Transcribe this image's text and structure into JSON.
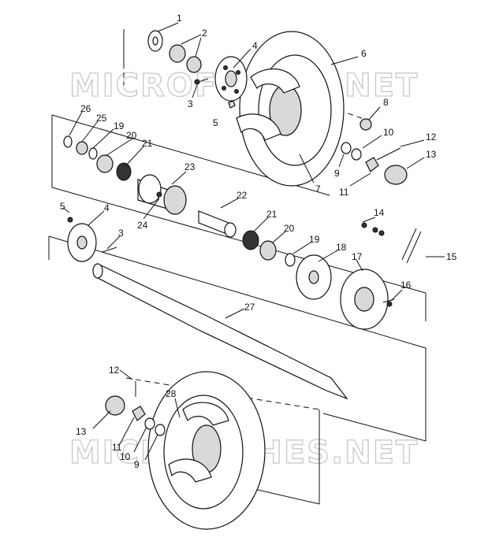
{
  "watermark": "MICROFICHES.NET",
  "callouts": {
    "c1": "1",
    "c2": "2",
    "c3a": "3",
    "c4a": "4",
    "c5a": "5",
    "c6": "6",
    "c7": "7",
    "c8": "8",
    "c9a": "9",
    "c10a": "10",
    "c11a": "11",
    "c12a": "12",
    "c13a": "13",
    "c14": "14",
    "c15": "15",
    "c16": "16",
    "c17": "17",
    "c18": "18",
    "c19a": "19",
    "c20a": "20",
    "c21a": "21",
    "c22": "22",
    "c23": "23",
    "c24": "24",
    "c25": "25",
    "c26": "26",
    "c27": "27",
    "c5b": "5",
    "c4b": "4",
    "c3b": "3",
    "c21b": "21",
    "c20b": "20",
    "c19b": "19",
    "c12b": "12",
    "c13b": "13",
    "c11b": "11",
    "c10b": "10",
    "c9b": "9",
    "c28": "28"
  }
}
